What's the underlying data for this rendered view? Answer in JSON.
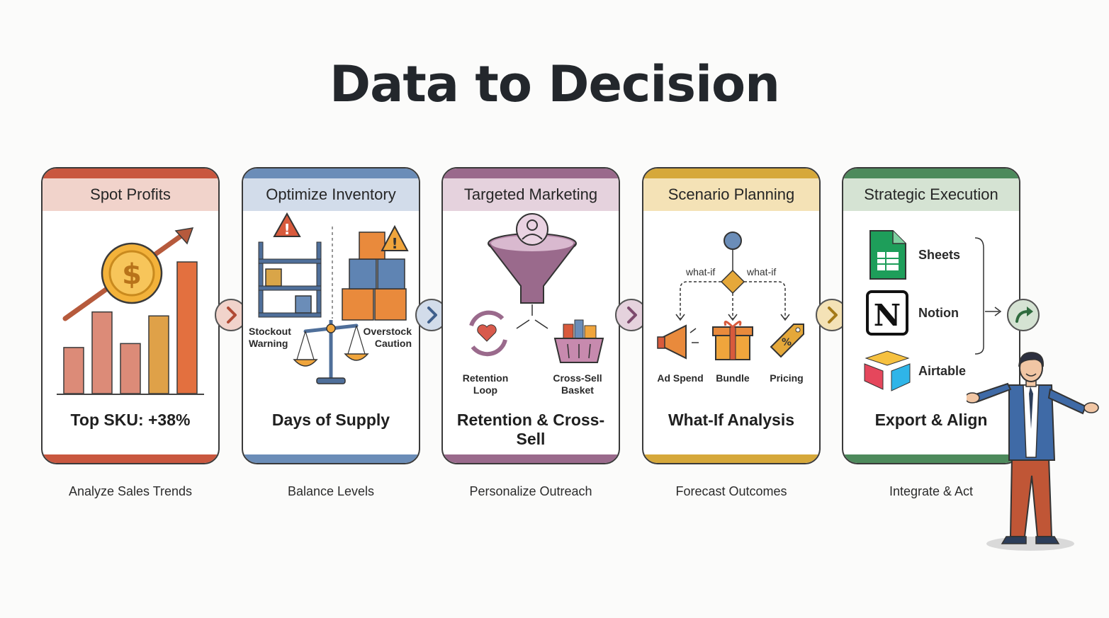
{
  "title": "Data to Decision",
  "colors": {
    "red": "#c9573f",
    "red_light": "#f1d3cb",
    "blue": "#6b8db8",
    "blue_light": "#d2dcea",
    "purple": "#9a6a8c",
    "purple_light": "#e5d2dd",
    "yellow": "#d6a83a",
    "yellow_light": "#f4e2b6",
    "green": "#4d8a5c",
    "green_light": "#d5e3d3"
  },
  "steps": [
    {
      "header": "Spot Profits",
      "metric": "Top SKU: +38%",
      "subtitle": "Analyze Sales Trends",
      "chart_values": [
        35,
        62,
        38,
        59,
        100
      ],
      "icons": [
        "dollar-coin-icon",
        "trend-arrow-icon",
        "bar-chart-icon"
      ]
    },
    {
      "header": "Optimize Inventory",
      "metric": "Days of Supply",
      "subtitle": "Balance Levels",
      "labels": {
        "stockout": "Stockout\nWarning",
        "overstock": "Overstock\nCaution"
      },
      "icons": [
        "shelf-icon",
        "warning-icon",
        "boxes-icon",
        "scale-icon"
      ]
    },
    {
      "header": "Targeted Marketing",
      "metric": "Retention & Cross-Sell",
      "subtitle": "Personalize Outreach",
      "labels": {
        "retention": "Retention\nLoop",
        "cross_sell": "Cross-Sell\nBasket"
      },
      "icons": [
        "user-icon",
        "funnel-icon",
        "heart-loop-icon",
        "basket-icon"
      ]
    },
    {
      "header": "Scenario Planning",
      "metric": "What-If Analysis",
      "subtitle": "Forecast Outcomes",
      "what_if_left": "what-if",
      "what_if_right": "what-if",
      "branches": [
        "Ad Spend",
        "Bundle",
        "Pricing"
      ],
      "icons": [
        "decision-node-icon",
        "megaphone-icon",
        "gift-icon",
        "price-tag-icon"
      ]
    },
    {
      "header": "Strategic Execution",
      "metric": "Export & Align",
      "subtitle": "Integrate & Act",
      "tools": [
        "Sheets",
        "Notion",
        "Airtable"
      ],
      "icons": [
        "sheets-icon",
        "notion-icon",
        "airtable-icon",
        "share-arrow-icon"
      ]
    }
  ]
}
